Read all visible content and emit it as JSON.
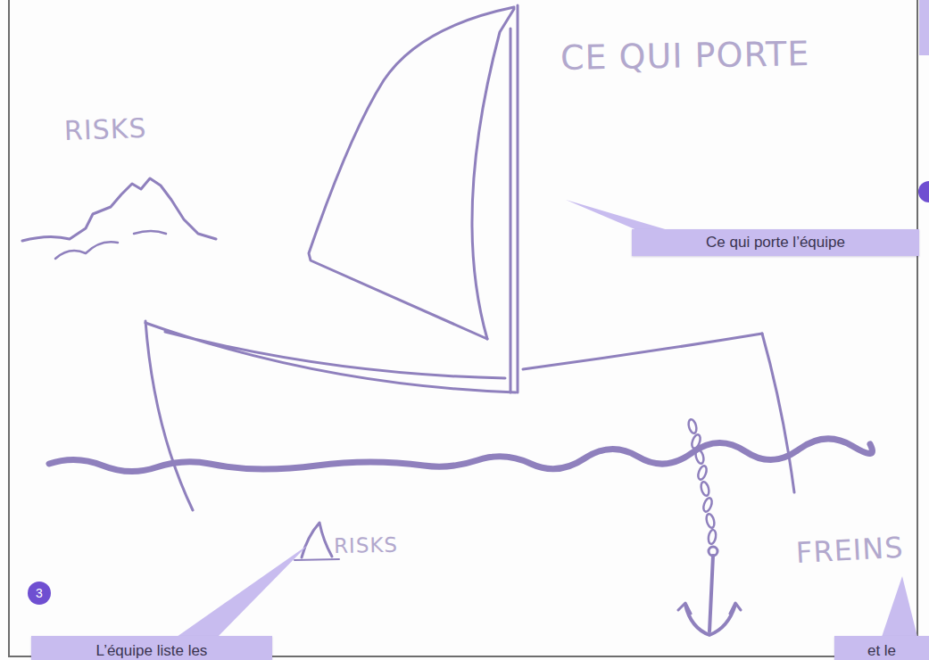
{
  "diagram": {
    "nodes": [
      {
        "text": [
          "Ce qui porte l’équipe"
        ]
      },
      {
        "text": [
          "3"
        ]
      },
      {
        "text": [
          "L’équipe liste les"
        ]
      },
      {
        "text": [
          "et le"
        ]
      }
    ],
    "labels": [
      "RISKS",
      "CE QUI PORTE",
      "RISKS",
      "FREINS"
    ]
  }
}
